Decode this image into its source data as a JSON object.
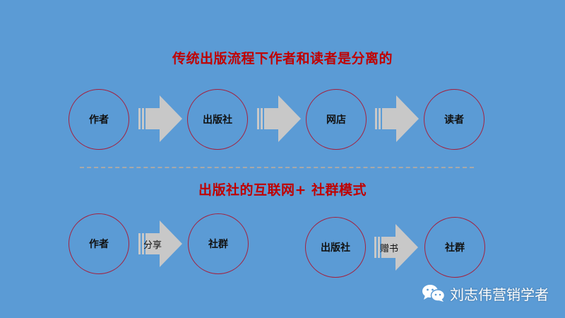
{
  "colors": {
    "background": "#5b9bd5",
    "title": "#c00000",
    "circle_border": "#a3213f",
    "arrow": "#c8c8c8",
    "divider": "#a8a8a8"
  },
  "section1": {
    "title": "传统出版流程下作者和读者是分离的",
    "nodes": [
      {
        "label": "作者"
      },
      {
        "label": "出版社"
      },
      {
        "label": "网店"
      },
      {
        "label": "读者"
      }
    ],
    "arrows": [
      {
        "label": ""
      },
      {
        "label": ""
      },
      {
        "label": ""
      }
    ]
  },
  "section2": {
    "title": "出版社的互联网+ 社群模式",
    "flows": [
      {
        "from": "作者",
        "arrow_label": "分享",
        "to": "社群"
      },
      {
        "from": "出版社",
        "arrow_label": "赠书",
        "to": "社群"
      }
    ]
  },
  "watermark": {
    "icon": "wechat-icon",
    "text": "刘志伟营销学者"
  }
}
